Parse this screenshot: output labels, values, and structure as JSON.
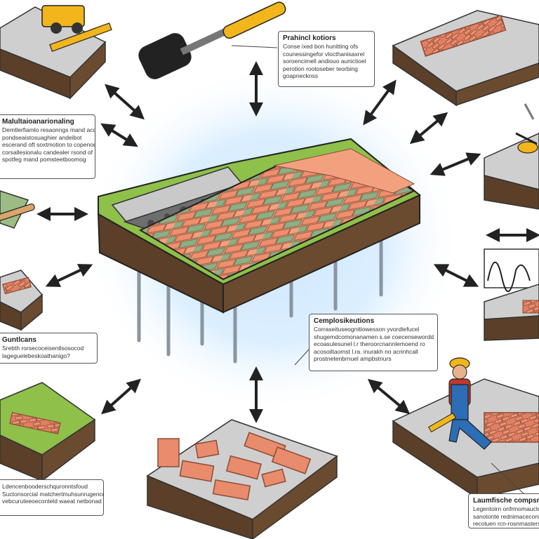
{
  "callouts": {
    "top_center": {
      "title": "Prahincl kotiors",
      "lines": [
        "Conse ixed bon hunitting ofs",
        "counessingefor vlocthanisaxrel",
        "soroencimell andiouo aunictioel",
        "perotion rootoseber teorbing",
        "goapnecknss"
      ]
    },
    "left_upper": {
      "title": "Malultaioanarionaling",
      "lines": [
        "Demtlerfiamlo resaonngs mand acd",
        "pondseaistosuaghier andeibot",
        "escerand oft soxtmotion to copenod",
        "corsallesionalu candealer rsond of",
        "spotfeg mand pomsteetboomog"
      ]
    },
    "left_lower": {
      "title": "Guntlcans",
      "lines": [
        "Srebth rorsecoceisentlsosocod",
        "lageguelebeskoathanigo?"
      ]
    },
    "center": {
      "title": "Cemplosikeutions",
      "lines": [
        "Corraseituseognitiowesson yvordtefucel",
        "shugemdcomonanamen s.se coecensewordd",
        "ecoasulesunel l.r theroorcnannlemoend ro",
        "acosoiltaomst l.ra. inurakh no acrinhcall",
        "prostnetenbrnuel ampbstnurs"
      ]
    },
    "bottom_left": {
      "title": "",
      "lines": [
        "Ldencenbooderschquronntsfoud",
        "Suctonsorcial matchertmuhsunrugenco",
        "vebcuruteeoeconteld waeat netbonad"
      ]
    },
    "bottom_right": {
      "title": "Laumfische compsnds",
      "lines": [
        "Legentoirn onfrmomaucte",
        "sanotonte rednimaceconing",
        "recoluen rcn-rosnmasters"
      ]
    }
  }
}
